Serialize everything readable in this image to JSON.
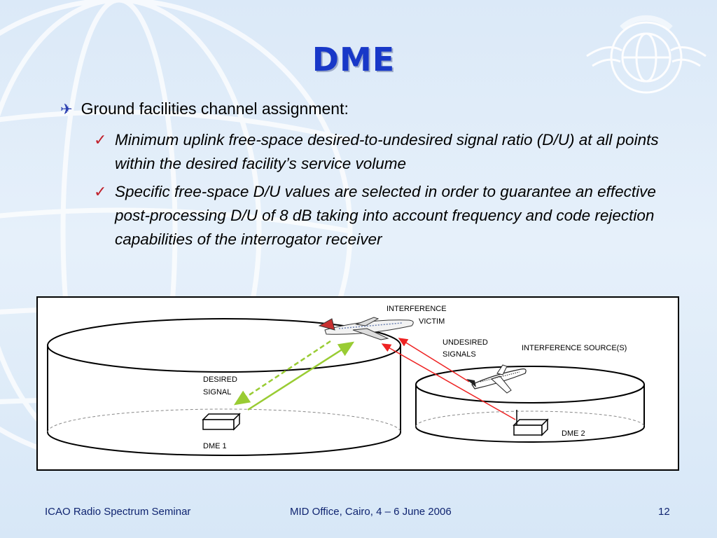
{
  "title": "DME",
  "bullet": "Ground facilities channel assignment:",
  "sub_bullets": [
    "Minimum uplink free-space desired-to-undesired signal ratio (D/U) at all points within the desired facility’s service volume",
    "Specific free-space D/U values are selected in order to guarantee an effective post-processing D/U of 8 dB taking into account frequency and code rejection capabilities of the interrogator receiver"
  ],
  "diagram": {
    "label_interference": "INTERFERENCE",
    "label_victim": "VICTIM",
    "label_undesired": "UNDESIRED",
    "label_signals": "SIGNALS",
    "label_sources": "INTERFERENCE  SOURCE(S)",
    "label_desired": "DESIRED",
    "label_signal": "SIGNAL",
    "label_dme1": "DME 1",
    "label_dme2": "DME 2",
    "colors": {
      "desired": "#99cc33",
      "undesired": "#ee2222"
    }
  },
  "emblem_icon": "icao-emblem",
  "footer": {
    "left": "ICAO Radio Spectrum Seminar",
    "center": "MID Office, Cairo, 4 – 6 June 2006",
    "page": "12"
  }
}
